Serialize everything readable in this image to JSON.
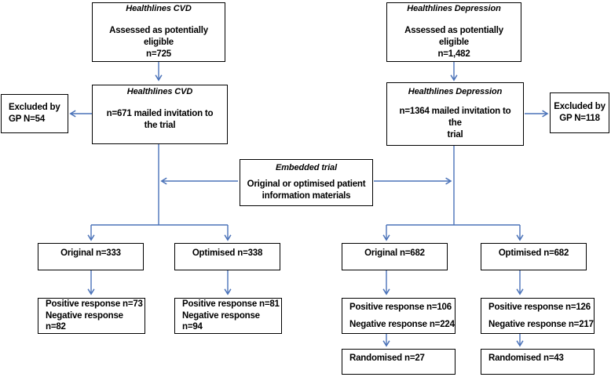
{
  "figure": {
    "type": "flow-diagram",
    "description": "CONSORT-style participant flow diagram for an embedded trial within Healthlines CVD and Healthlines Depression trials",
    "arrow_color": "#4a72b8",
    "box_border_color": "#000000",
    "background_color": "#ffffff"
  },
  "nodes": {
    "cvd_assessed": {
      "title": "Healthlines CVD",
      "line1": "Assessed as potentially eligible",
      "line2": "n=725"
    },
    "dep_assessed": {
      "title": "Healthlines Depression",
      "line1": "Assessed as potentially eligible",
      "line2": "n=1,482"
    },
    "cvd_mailed": {
      "title": "Healthlines CVD",
      "line1": "n=671 mailed invitation to the trial"
    },
    "dep_mailed": {
      "title": "Healthlines Depression",
      "line1": "n=1364 mailed invitation to the",
      "line2": "trial"
    },
    "excluded_left": {
      "line1": "Excluded by",
      "line2": "GP N=54"
    },
    "excluded_right": {
      "line1": "Excluded by",
      "line2": "GP N=118"
    },
    "embedded_trial": {
      "title": "Embedded trial",
      "line1": "Original or optimised patient",
      "line2": "information materials"
    },
    "cvd_original": {
      "line1": "Original n=333"
    },
    "cvd_optimised": {
      "line1": "Optimised n=338"
    },
    "dep_original": {
      "line1": "Original n=682"
    },
    "dep_optimised": {
      "line1": "Optimised n=682"
    },
    "cvd_original_response": {
      "line1": "Positive response n=73",
      "line2": "Negative response n=82"
    },
    "cvd_optimised_response": {
      "line1": "Positive response n=81",
      "line2": "Negative response n=94"
    },
    "dep_original_response": {
      "line1": "Positive response n=106",
      "line2": "Negative response n=224"
    },
    "dep_optimised_response": {
      "line1": "Positive response n=126",
      "line2": "Negative response n=217"
    },
    "dep_original_randomised": {
      "line1": "Randomised n=27"
    },
    "dep_optimised_randomised": {
      "line1": "Randomised n=43"
    }
  },
  "chart_data": {
    "type": "diagram",
    "title": "",
    "arms": [
      {
        "trial": "Healthlines CVD",
        "assessed_potentially_eligible": 725,
        "excluded_by_gp": 54,
        "mailed_invitation": 671,
        "groups": [
          {
            "name": "Original",
            "n": 333,
            "positive_response": 73,
            "negative_response": 82,
            "randomised": null
          },
          {
            "name": "Optimised",
            "n": 338,
            "positive_response": 81,
            "negative_response": 94,
            "randomised": null
          }
        ]
      },
      {
        "trial": "Healthlines Depression",
        "assessed_potentially_eligible": 1482,
        "excluded_by_gp": 118,
        "mailed_invitation": 1364,
        "groups": [
          {
            "name": "Original",
            "n": 682,
            "positive_response": 106,
            "negative_response": 224,
            "randomised": 27
          },
          {
            "name": "Optimised",
            "n": 682,
            "positive_response": 126,
            "negative_response": 217,
            "randomised": 43
          }
        ]
      }
    ]
  }
}
